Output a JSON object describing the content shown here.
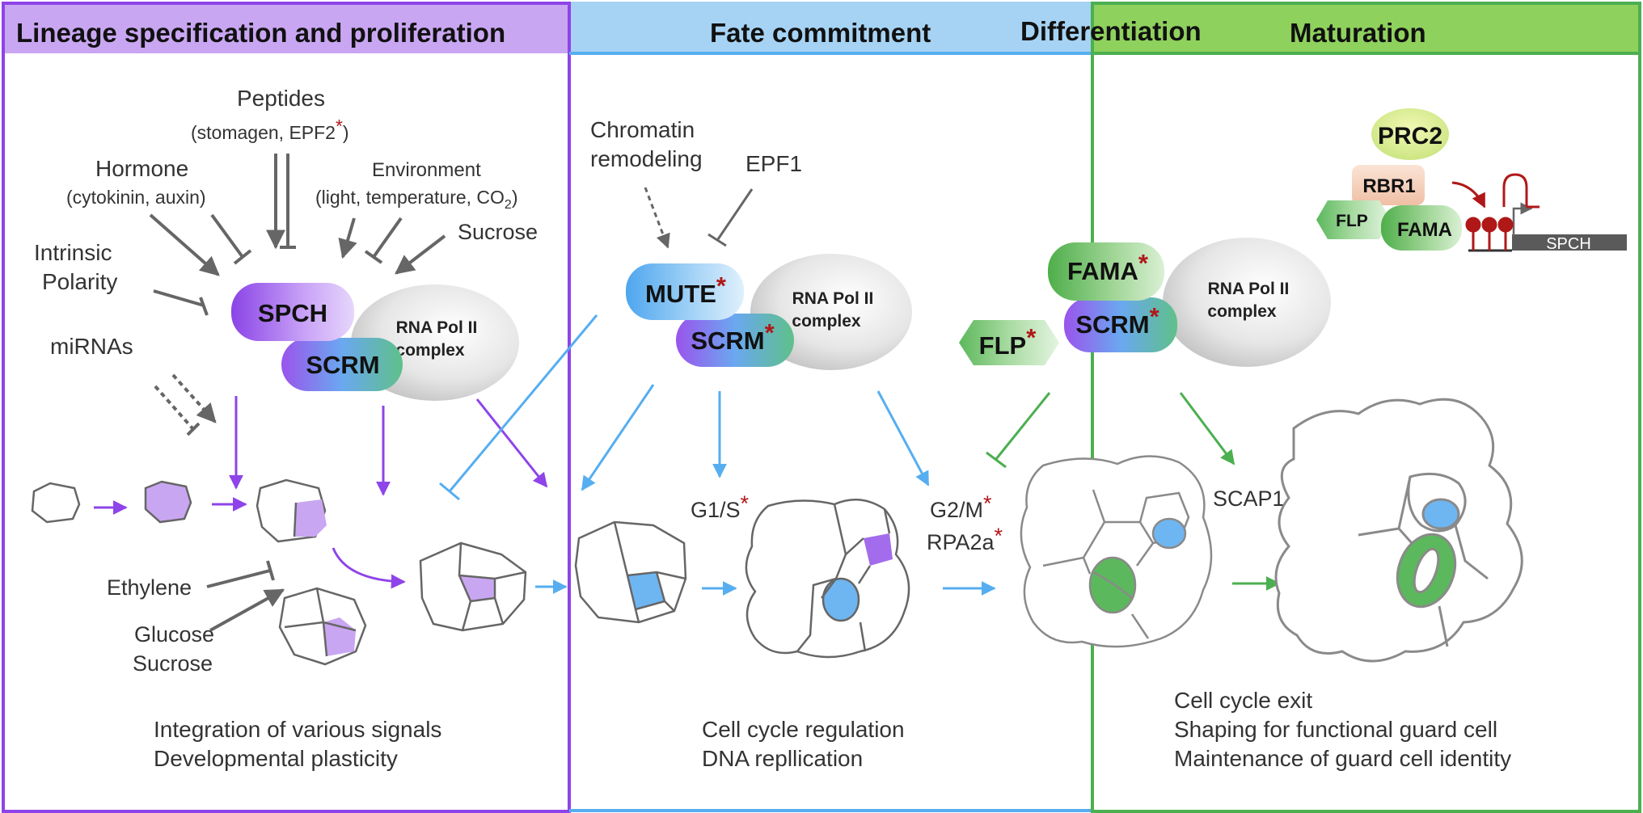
{
  "headers": {
    "lineage": "Lineage specification and proliferation",
    "fate": "Fate commitment",
    "differentiation": "Differentiation",
    "maturation": "Maturation"
  },
  "colors": {
    "purple": "#8e44e8",
    "blue": "#56aef0",
    "green": "#4caf50",
    "lineage_header_bg": "#c9a6f2",
    "fate_header_bg": "#a6d3f4",
    "maturation_header_bg": "#8fd15d",
    "star": "#b01818",
    "star_yellow": "#e8a820"
  },
  "signals": {
    "peptides": "Peptides",
    "peptides_detail_prefix": "(stomagen, EPF2",
    "peptides_detail_suffix": ")",
    "hormone": "Hormone",
    "hormone_detail": "(cytokinin, auxin)",
    "environment": "Environment",
    "environment_detail_prefix": "(light, temperature, CO",
    "environment_detail_sub": "2",
    "environment_detail_suffix": ")",
    "sucrose": "Sucrose",
    "intrinsic": "Intrinsic",
    "polarity": "Polarity",
    "mirnas": "miRNAs",
    "ethylene": "Ethylene",
    "glucose": "Glucose",
    "sucrose2": "Sucrose",
    "chromatin1": "Chromatin",
    "chromatin2": "remodeling",
    "epf1": "EPF1"
  },
  "proteins": {
    "spch": "SPCH",
    "scrm": "SCRM",
    "mute": "MUTE",
    "fama": "FAMA",
    "flp": "FLP",
    "prc2": "PRC2",
    "rbr1": "RBR1",
    "flp_small": "FLP",
    "fama_small": "FAMA",
    "spch_gene": "SPCH",
    "pol_line1": "RNA Pol II",
    "pol_line2": "complex",
    "star": "*"
  },
  "checkpoints": {
    "g1s": "G1/S",
    "g2m": "G2/M",
    "rpa2a": "RPA2a",
    "scap1": "SCAP1"
  },
  "summaries": {
    "lineage1": "Integration of various signals",
    "lineage2": "Developmental plasticity",
    "fate1": "Cell cycle regulation",
    "fate2": "DNA repllication",
    "mat1": "Cell cycle exit",
    "mat2": "Shaping for functional guard cell",
    "mat3": "Maintenance of guard cell identity"
  }
}
